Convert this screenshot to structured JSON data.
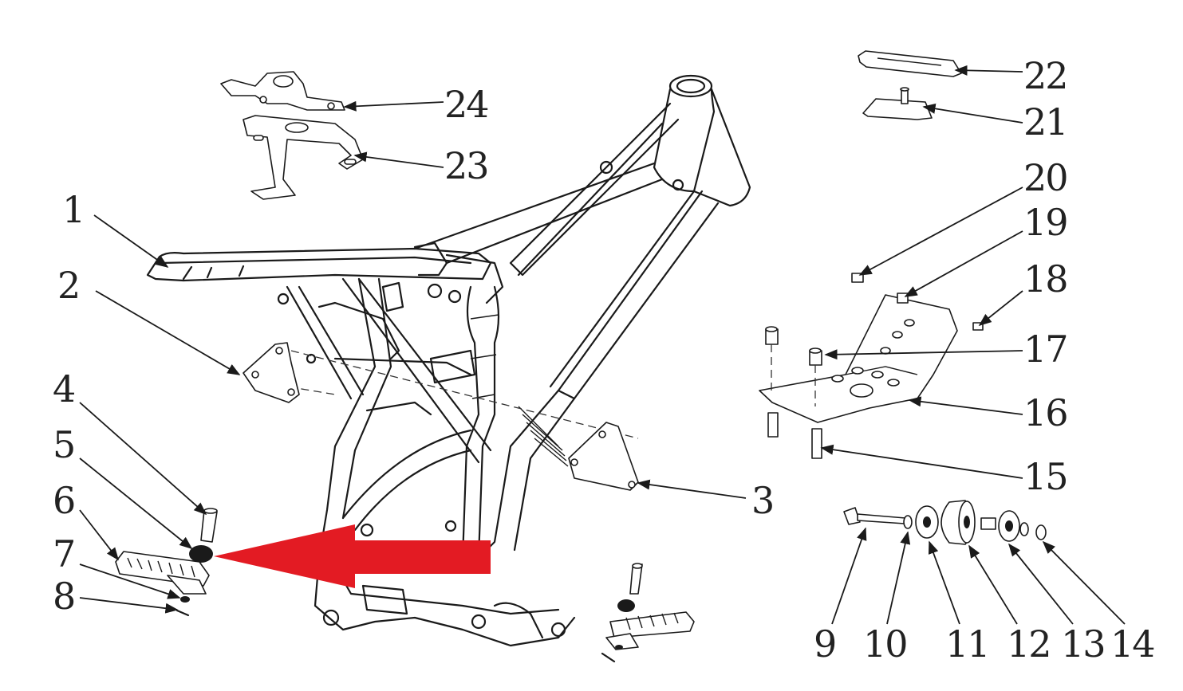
{
  "diagram": {
    "labels": [
      "1",
      "2",
      "3",
      "4",
      "5",
      "6",
      "7",
      "8",
      "9",
      "10",
      "11",
      "12",
      "13",
      "14",
      "15",
      "16",
      "17",
      "18",
      "19",
      "20",
      "21",
      "22",
      "23",
      "24"
    ],
    "highlight_color": "#e31b23",
    "line_color": "#1a1a1a"
  }
}
